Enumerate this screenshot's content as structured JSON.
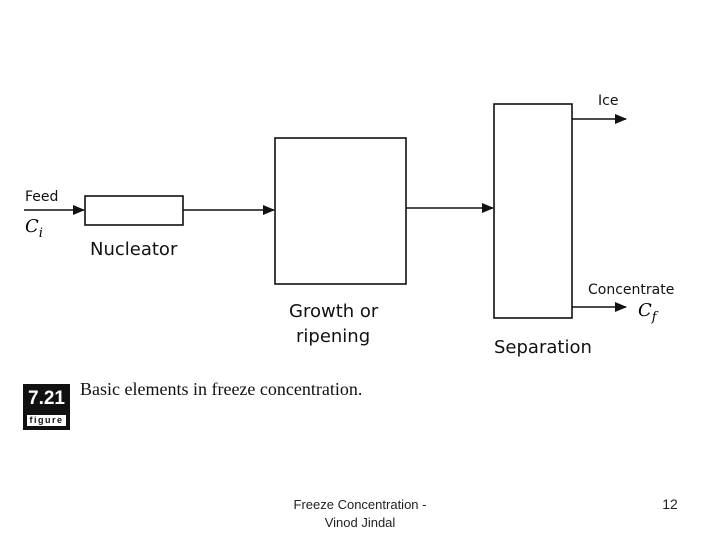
{
  "diagram": {
    "inputs": {
      "feed_label": "Feed",
      "feed_symbol": "C",
      "feed_symbol_sub": "i"
    },
    "blocks": {
      "nucleator": "Nucleator",
      "growth_line1": "Growth or",
      "growth_line2": "ripening",
      "separation": "Separation"
    },
    "outputs": {
      "ice": "Ice",
      "concentrate": "Concentrate",
      "concentrate_symbol": "C",
      "concentrate_symbol_sub": "f"
    }
  },
  "figure": {
    "number": "7.21",
    "word": "figure",
    "caption": "Basic elements in freeze concentration."
  },
  "footer": {
    "title_line1": "Freeze Concentration -",
    "title_line2": "Vinod Jindal",
    "page_number": "12"
  }
}
